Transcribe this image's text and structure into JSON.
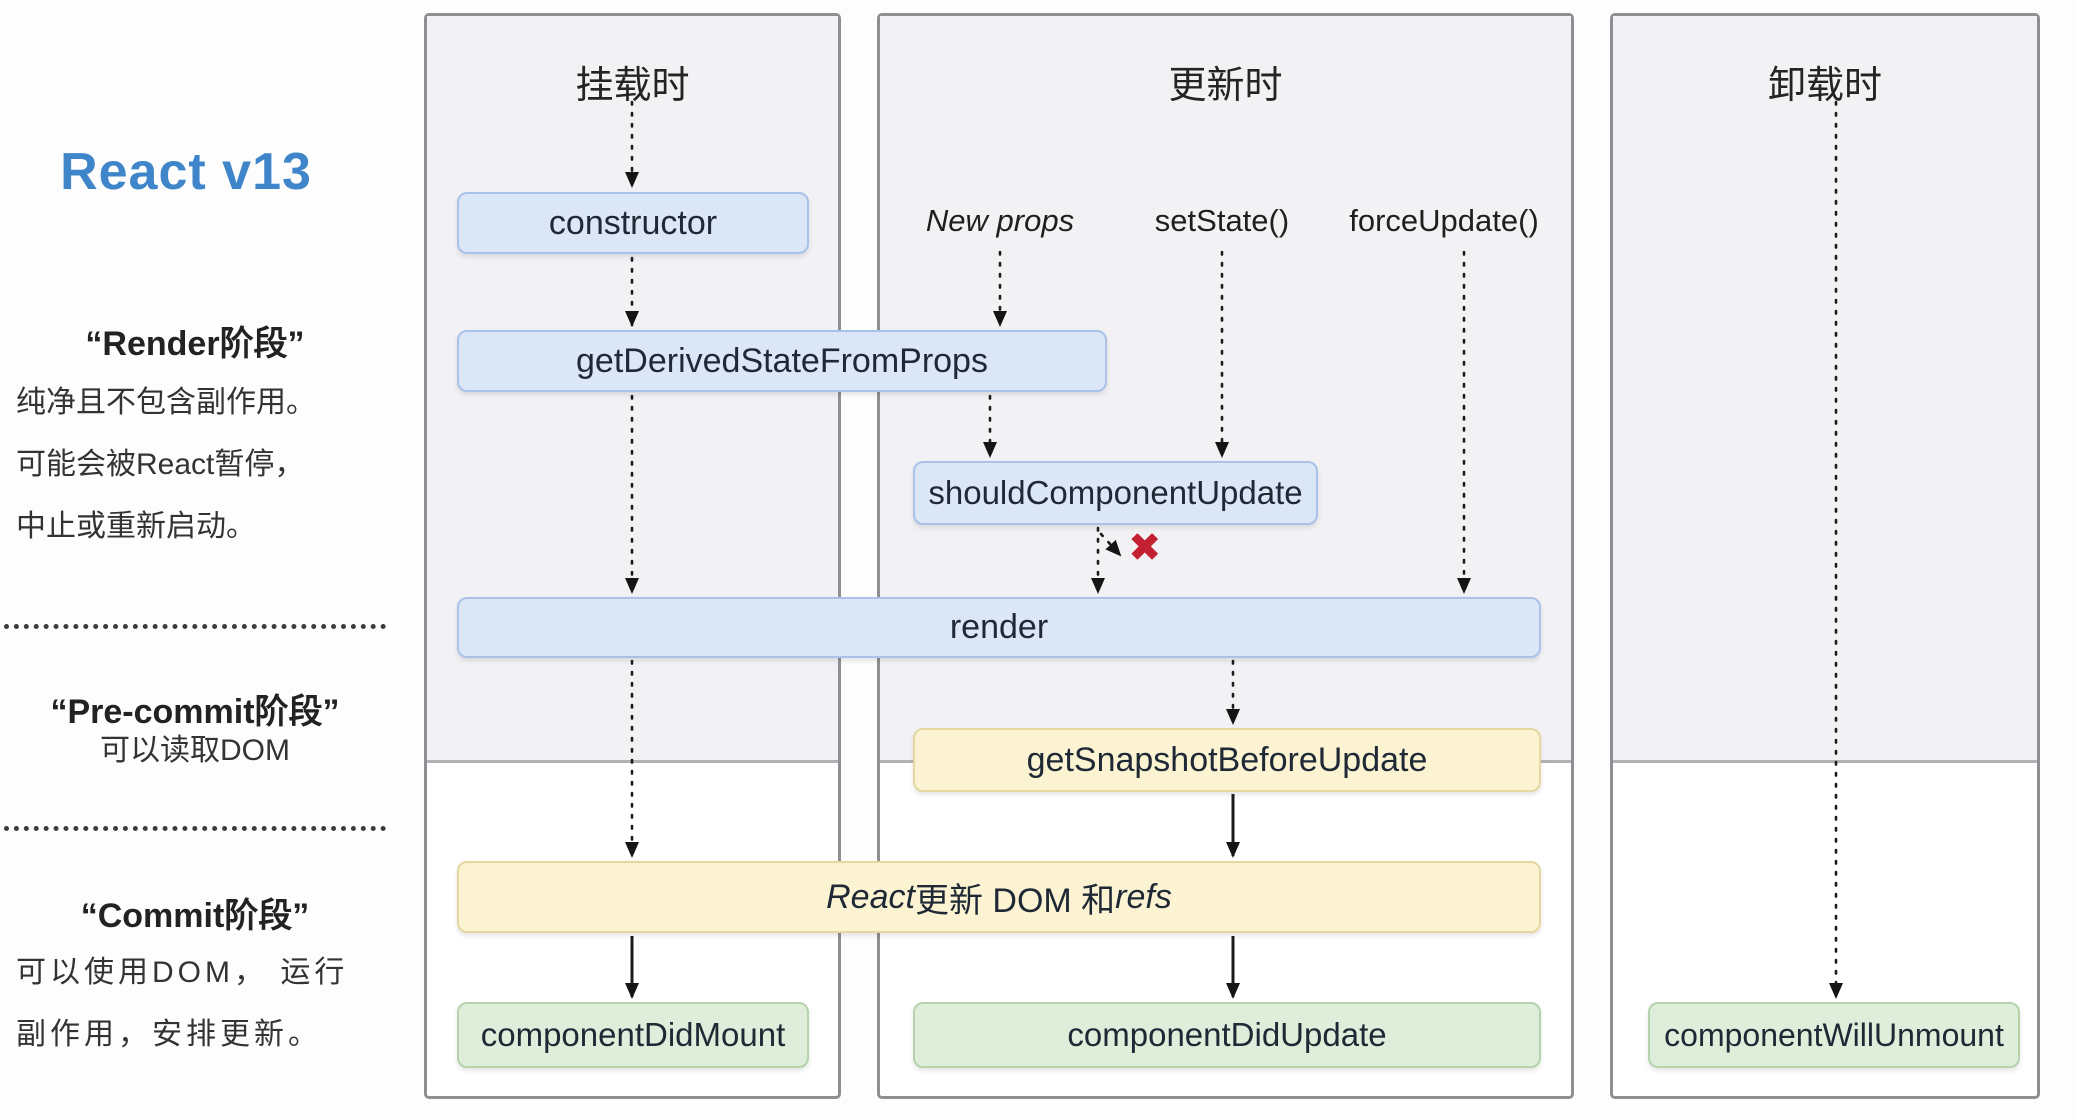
{
  "sidebar": {
    "logo": "React v13",
    "sections": [
      {
        "heading": "“Render阶段”",
        "lines": [
          "纯净且不包含副作用。",
          "可能会被React暂停，",
          "中止或重新启动。"
        ]
      },
      {
        "heading": "“Pre-commit阶段”",
        "lines": [
          "可以读取DOM"
        ]
      },
      {
        "heading": "“Commit阶段”",
        "lines": [
          "可以使用DOM， 运行",
          "副作用，安排更新。"
        ]
      }
    ]
  },
  "columns": [
    {
      "title": "挂载时"
    },
    {
      "title": "更新时"
    },
    {
      "title": "卸载时"
    }
  ],
  "triggers": {
    "new_props": "New props",
    "set_state": "setState()",
    "force_update": "forceUpdate()"
  },
  "nodes": {
    "constructor": "constructor",
    "get_derived_state_from_props": "getDerivedStateFromProps",
    "should_component_update": "shouldComponentUpdate",
    "render": "render",
    "get_snapshot_before_update": "getSnapshotBeforeUpdate",
    "react_updates": {
      "prefix_italic": "React",
      "middle": "更新 DOM 和 ",
      "suffix_italic": "refs"
    },
    "component_did_mount": "componentDidMount",
    "component_did_update": "componentDidUpdate",
    "component_will_unmount": "componentWillUnmount"
  },
  "marks": {
    "cancel_x": "✖"
  },
  "colors": {
    "accent_blue": "#3e86c9",
    "node_blue_fill": "#dbe6f7",
    "node_blue_border": "#a9c2e9",
    "node_yellow_fill": "#fbf3d2",
    "node_yellow_border": "#e4d7a0",
    "node_green_fill": "#deeeda",
    "node_green_border": "#b4d3ac",
    "phase_top_bg": "#f2f2f5",
    "cancel_x_red": "#c32031"
  }
}
